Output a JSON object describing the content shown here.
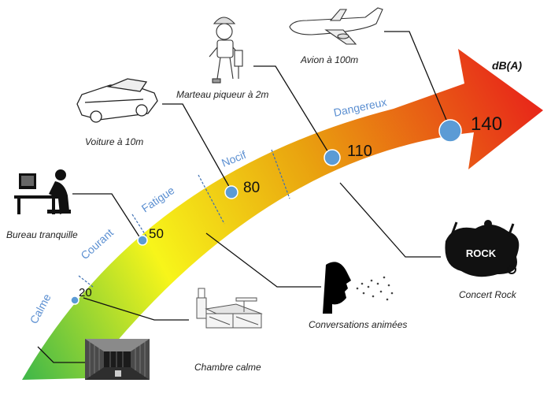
{
  "diagram": {
    "unit_label": "dB(A)",
    "zones": [
      "Calme",
      "Courant",
      "Fatigue",
      "Nocif",
      "Dangereux"
    ],
    "levels": [
      {
        "value": "20",
        "source": "Chambre calme",
        "icon": "quiet-bedroom-icon"
      },
      {
        "value": "50",
        "source": "Bureau tranquille",
        "icon": "office-desk-icon"
      },
      {
        "value": "80",
        "source": "Voiture à 10m",
        "icon": "car-icon"
      },
      {
        "value": "110",
        "source": "Marteau piqueur à 2m",
        "icon": "jackhammer-worker-icon"
      },
      {
        "value": "140",
        "source": "Avion à 100m",
        "icon": "airplane-icon"
      }
    ],
    "extra_sources": [
      {
        "source": "Conversations animées",
        "icon": "talking-head-icon"
      },
      {
        "source": "Concert Rock",
        "icon": "rock-concert-icon",
        "badge": "ROCK"
      }
    ],
    "extra_icons": [
      "anechoic-chamber-icon"
    ],
    "colors": {
      "arrow_start": "#3cb64a",
      "arrow_mid": "#f7f51a",
      "arrow_end": "#e8221a",
      "zone_text": "#5b8fd1",
      "dot": "#5b9bd5"
    }
  }
}
